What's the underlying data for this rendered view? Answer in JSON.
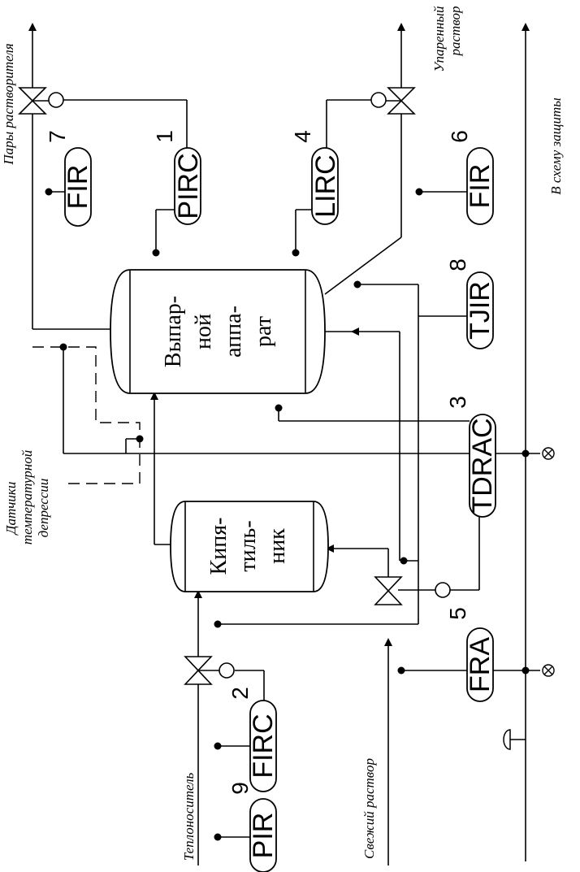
{
  "labels": {
    "solvent_vapors": "Пары растворителя",
    "evaporated_solution_line1": "Упаренный",
    "evaporated_solution_line2": "раствор",
    "to_protection": "В схему защиты",
    "sensors_line1": "Датчики",
    "sensors_line2": "температурной",
    "sensors_line3": "депрессии",
    "heat_carrier": "Теплоноситель",
    "fresh_solution": "Свежий раствор"
  },
  "evaporator": {
    "lines": [
      "Выпар-",
      "ной",
      "аппа-",
      "рат"
    ]
  },
  "boiler": {
    "lines": [
      "Кипя-",
      "тиль-",
      "ник"
    ]
  },
  "instruments": [
    {
      "tag": "FIR",
      "number": "7"
    },
    {
      "tag": "PIRC",
      "number": "1"
    },
    {
      "tag": "LIRC",
      "number": "4"
    },
    {
      "tag": "FIR",
      "number": "6"
    },
    {
      "tag": "TJIR",
      "number": "8"
    },
    {
      "tag": "TDRAC",
      "number": "3"
    },
    {
      "tag": "FRA",
      "number": "5"
    },
    {
      "tag": "FIRC",
      "number": "2"
    },
    {
      "tag": "PIR",
      "number": "9"
    }
  ]
}
